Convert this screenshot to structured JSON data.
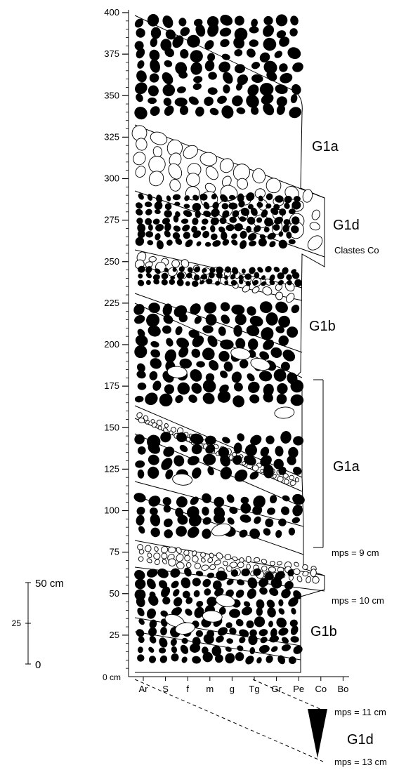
{
  "figure": {
    "y_axis": {
      "unit_label": "0 cm",
      "ticks": [
        "400",
        "375",
        "350",
        "325",
        "300",
        "275",
        "250",
        "225",
        "200",
        "175",
        "150",
        "125",
        "100",
        "75",
        "50",
        "25"
      ],
      "tick_values": [
        400,
        375,
        350,
        325,
        300,
        275,
        250,
        225,
        200,
        175,
        150,
        125,
        100,
        75,
        50,
        25
      ],
      "max": 400,
      "min": 0
    },
    "grain_size_axis": {
      "labels": [
        "Ar",
        "S",
        "f",
        "m",
        "g",
        "Tg",
        "Gr",
        "Pe",
        "Co",
        "Bo"
      ]
    },
    "scale_bar": {
      "top_label": "50 cm",
      "mid_label": "25",
      "bottom_label": "0"
    },
    "facies_labels": {
      "g1a_top": "G1a",
      "g1d_upper": "G1d",
      "clastes": "Clastes Co",
      "g1b_upper": "G1b",
      "g1a_mid": "G1a",
      "g1b_lower": "G1b",
      "g1d_lower": "G1d"
    },
    "annotations": {
      "mps_9": "mps = 9 cm",
      "mps_10": "mps = 10 cm",
      "mps_11": "mps = 11 cm",
      "mps_13": "mps = 13 cm"
    },
    "colors": {
      "clast_black": "#000000",
      "clast_white": "#ffffff",
      "line": "#000000"
    }
  }
}
